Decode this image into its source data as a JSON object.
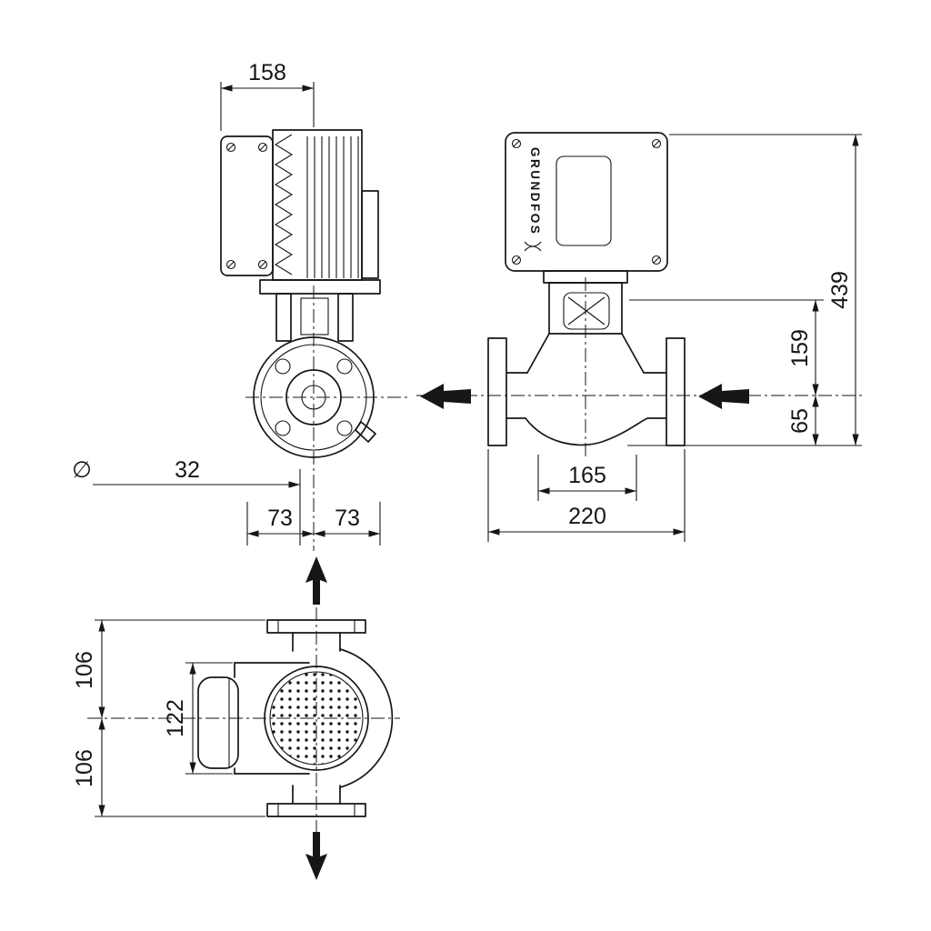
{
  "page": {
    "background": "#ffffff",
    "line_color": "#161616"
  },
  "brand": {
    "name": "GRUNDFOS"
  },
  "views": {
    "front": {
      "motor_width": "158",
      "diameter_symbol": "∅",
      "port_diameter": "32",
      "port_offset_left": "73",
      "port_offset_right": "73"
    },
    "side": {
      "total_height": "439",
      "pump_height": "159",
      "base_height": "65",
      "flange_inner_spacing": "165",
      "port_to_port_length": "220"
    },
    "plan": {
      "flange_to_center_upper": "106",
      "flange_to_center_lower": "106",
      "motor_body_width": "122"
    }
  }
}
